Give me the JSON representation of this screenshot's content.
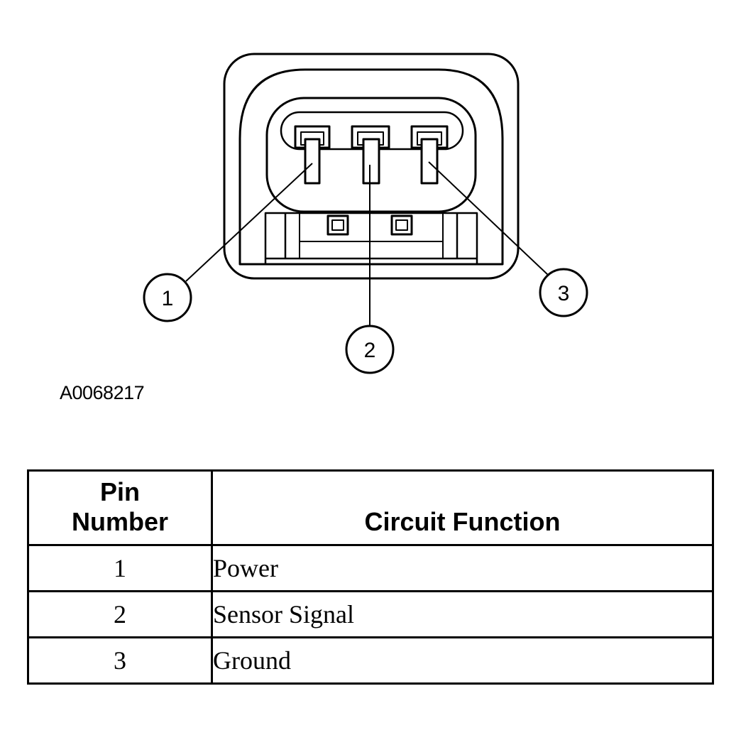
{
  "figure_id": "A0068217",
  "callouts": [
    "1",
    "2",
    "3"
  ],
  "table": {
    "headers": {
      "pin_line1": "Pin",
      "pin_line2": "Number",
      "function": "Circuit Function"
    },
    "rows": [
      {
        "pin": "1",
        "function": "Power"
      },
      {
        "pin": "2",
        "function": "Sensor Signal"
      },
      {
        "pin": "3",
        "function": "Ground"
      }
    ]
  }
}
